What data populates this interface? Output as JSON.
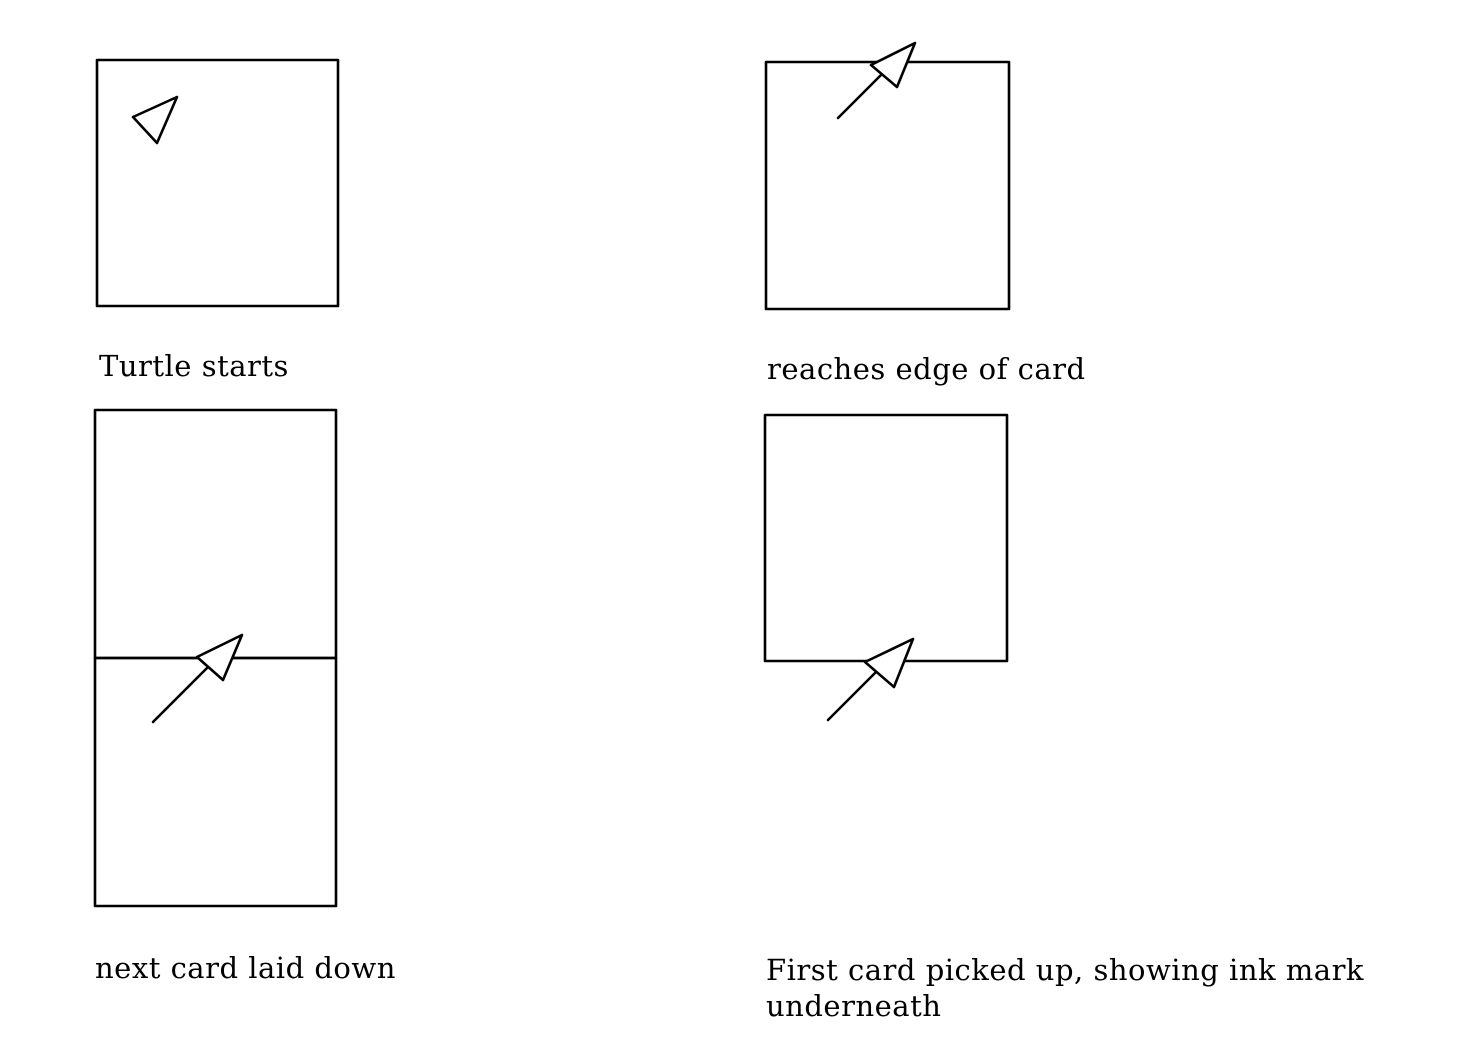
{
  "panels": [
    {
      "caption": "Turtle starts"
    },
    {
      "caption": "reaches edge of card"
    },
    {
      "caption": "next card laid down"
    },
    {
      "caption": "First card picked up, showing ink mark underneath"
    }
  ]
}
